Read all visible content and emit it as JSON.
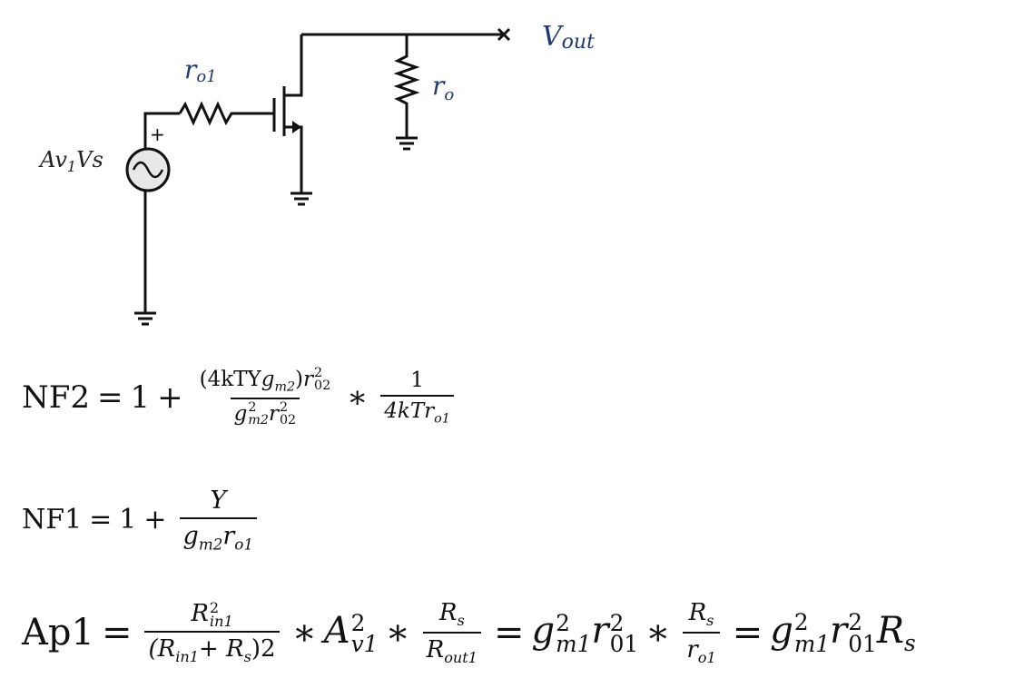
{
  "circuit": {
    "labels": {
      "source_resistor": "r",
      "source_resistor_sub": "o1",
      "load_resistor": "r",
      "load_resistor_sub": "o",
      "output": "V",
      "output_sub": "out",
      "source_gain": "Av",
      "source_gain_sub": "1",
      "source_vs": "Vs",
      "plus_sign": "+"
    }
  },
  "equations": {
    "nf2": {
      "lhs": "NF2",
      "eq": "=",
      "one": "1",
      "plus": "+",
      "num_a": "(4kTY",
      "num_g": "g",
      "num_g_sub": "m2",
      "num_close": ")",
      "num_r": "r",
      "num_r_sup": "2",
      "num_r_sub": "02",
      "den_g": "g",
      "den_g_sup": "2",
      "den_g_sub": "m2",
      "den_r": "r",
      "den_r_sup": "2",
      "den_r_sub": "02",
      "times": "∗",
      "num2": "1",
      "den2": "4kTr",
      "den2_sub": "o1"
    },
    "nf1": {
      "lhs": "NF1",
      "eq": "=",
      "one": "1",
      "plus": "+",
      "num": "Y",
      "den_g": "g",
      "den_g_sub": "m2",
      "den_r": "r",
      "den_r_sub": "o1"
    },
    "ap1": {
      "lhs": "Ap1",
      "eq": "=",
      "f1_num": "R",
      "f1_num_sup": "2",
      "f1_num_sub": "in1",
      "f1_den_open": "(R",
      "f1_den_sub1": "in1",
      "f1_den_plus": "+ R",
      "f1_den_sub2": "s",
      "f1_den_close": ")2",
      "times1": "∗",
      "a": "A",
      "a_sup": "2",
      "a_sub": "v1",
      "times2": "∗",
      "f2_num": "R",
      "f2_num_sub": "s",
      "f2_den": "R",
      "f2_den_sub": "out1",
      "eq2": "=",
      "g": "g",
      "g_sup": "2",
      "g_sub": "m1",
      "r": "r",
      "r_sup": "2",
      "r_sub": "01",
      "times3": "∗",
      "f3_num": "R",
      "f3_num_sub": "s",
      "f3_den": "r",
      "f3_den_sub": "o1",
      "eq3": "=",
      "g2": "g",
      "g2_sup": "2",
      "g2_sub": "m1",
      "r2": "r",
      "r2_sup": "2",
      "r2_sub": "01",
      "rs": "R",
      "rs_sub": "s"
    }
  },
  "colors": {
    "wire": "#111111",
    "label_blue": "#1f3a6e",
    "source_fill": "#e8e8e8"
  }
}
